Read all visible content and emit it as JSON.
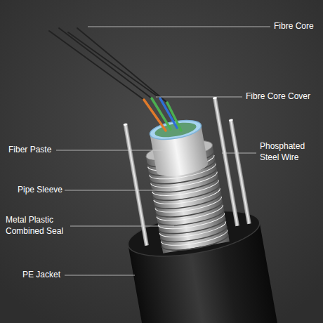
{
  "diagram": {
    "labels": [
      "Fibre Core",
      "Fibre Core Cover",
      "Phosphated Steel Wire",
      "Fiber Paste",
      "Pipe Sleeve",
      "Metal Plastic Combined Seal",
      "PE Jacket"
    ]
  }
}
